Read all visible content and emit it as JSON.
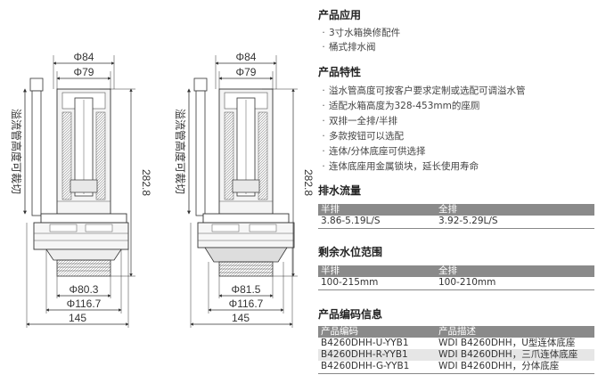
{
  "drawings": {
    "left": {
      "side_label": "溢流管高度可裁切",
      "dims": {
        "top_outer": "Φ84",
        "top_inner": "Φ79",
        "height": "282.8",
        "bot_inner": "Φ80.3",
        "bot_outer": "Φ116.7",
        "width": "145"
      }
    },
    "right": {
      "side_label": "溢流管高度可裁切",
      "dims": {
        "top_outer": "Φ84",
        "top_inner": "Φ79",
        "height": "282.8",
        "bot_inner": "Φ81.5",
        "bot_outer": "Φ116.7",
        "width": "145"
      }
    }
  },
  "application": {
    "title": "产品应用",
    "items": [
      "3寸水箱换修配件",
      "桶式排水阀"
    ]
  },
  "features": {
    "title": "产品特性",
    "items": [
      "溢水管高度可按客户要求定制或选配可调溢水管",
      "适配水箱高度为328-453mm的座厕",
      "双排一全排/半排",
      "多款按钮可以选配",
      "连体/分体底座可供选择",
      "连体底座用金属锁块，延长使用寿命"
    ]
  },
  "flow": {
    "title": "排水流量",
    "headers": [
      "半排",
      "全排"
    ],
    "rows": [
      [
        "3.86-5.19L/S",
        "3.92-5.29L/S"
      ]
    ]
  },
  "water_level": {
    "title": "剩余水位范围",
    "headers": [
      "半排",
      "全排"
    ],
    "rows": [
      [
        "100-215mm",
        "100-210mm"
      ]
    ]
  },
  "codes": {
    "title": "产品编码信息",
    "headers": [
      "产品编码",
      "产品描述"
    ],
    "rows": [
      [
        "B4260DHH-U-YYB1",
        "WDI B4260DHH，U型连体底座"
      ],
      [
        "B4260DHH-R-YYB1",
        "WDI B4260DHH，三爪连体底座"
      ],
      [
        "B4260DHH-G-YYB1",
        "WDI B4260DHH，分体底座"
      ]
    ]
  },
  "colors": {
    "header_bg": "#8a8a8a",
    "row_shade": "#e6e6e6",
    "line": "#333333"
  }
}
